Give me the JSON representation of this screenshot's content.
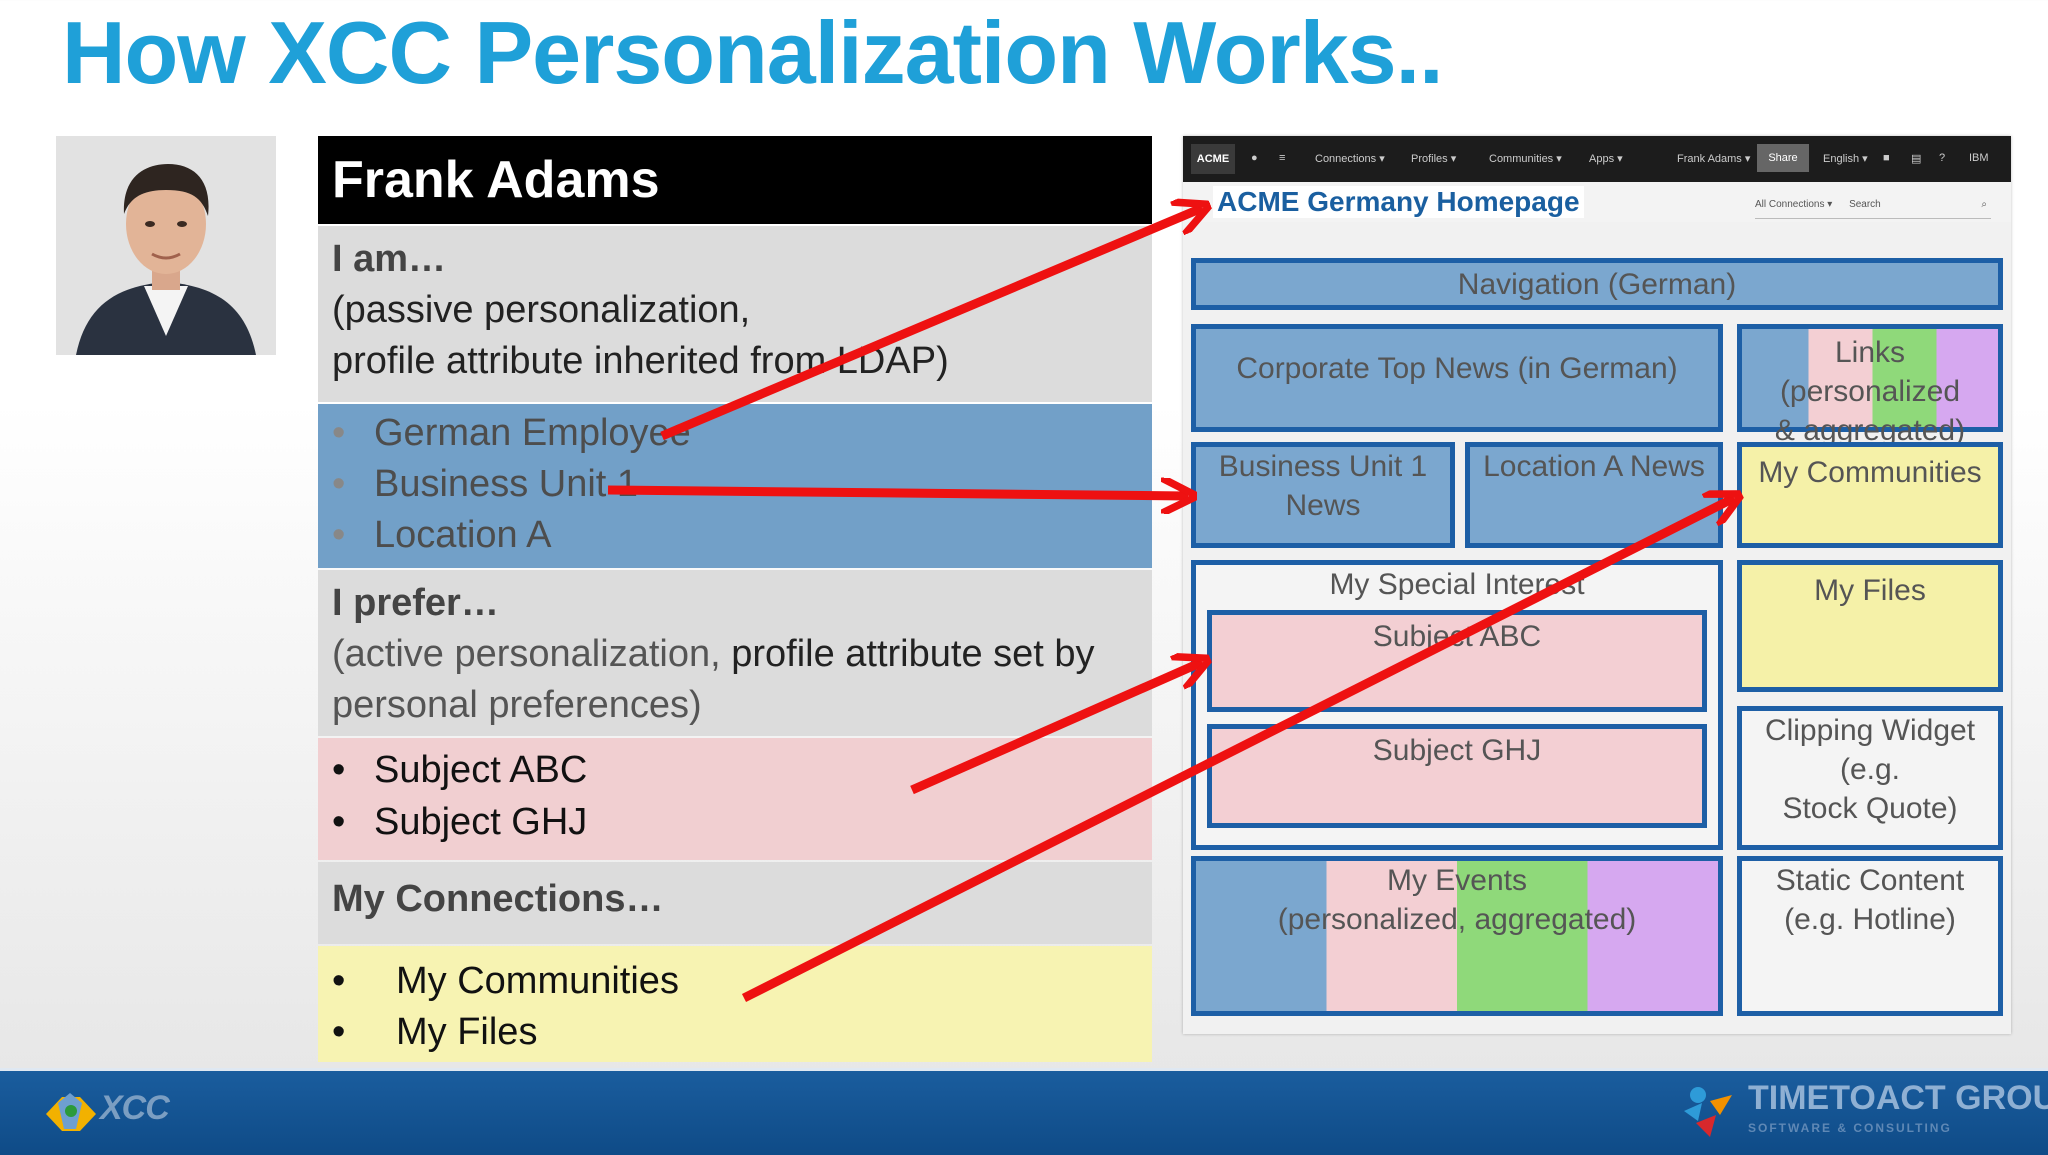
{
  "slide": {
    "title": "How XCC Personalization Works.."
  },
  "profile": {
    "name": "Frank Adams",
    "iam_heading": "I am…",
    "iam_desc_1": "(passive personalization,",
    "iam_desc_2": "profile attribute inherited from LDAP)",
    "passive_items": [
      "German Employee",
      "Business Unit 1",
      "Location A"
    ],
    "prefer_heading": "I prefer…",
    "prefer_desc_1": "(active personalization, ",
    "prefer_desc_1b": "profile attribute set by",
    "prefer_desc_2": "personal preferences)",
    "preference_items": [
      "Subject ABC",
      "Subject GHJ"
    ],
    "connections_heading": "My Connections…",
    "connection_items": [
      "My Communities",
      "My Files"
    ]
  },
  "homepage": {
    "topbar": {
      "brand": "ACME",
      "items": [
        "Connections ▾",
        "Profiles ▾",
        "Communities ▾",
        "Apps ▾",
        "Frank Adams ▾",
        "English ▾",
        "IBM"
      ],
      "share": "Share"
    },
    "title": "ACME Germany Homepage",
    "search_scope": "All Connections ▾",
    "search_placeholder": "Search",
    "widgets": {
      "navigation": "Navigation (German)",
      "corporate_news": "Corporate Top  News (in German)",
      "links_1": "Links (personalized",
      "links_2": "& aggregated)",
      "bu_news_1": "Business Unit 1",
      "bu_news_2": "News",
      "location_news": "Location A News",
      "communities": "My Communities",
      "special_interest": "My Special Interest",
      "subject_abc": "Subject ABC",
      "subject_ghj": "Subject GHJ",
      "files": "My Files",
      "clipping_1": "Clipping Widget (e.g.",
      "clipping_2": "Stock Quote)",
      "events_1": "My Events",
      "events_2": "(personalized, aggregated)",
      "static_1": "Static Content",
      "static_2": "(e.g. Hotline)"
    }
  },
  "footer": {
    "left_logo": "XCC",
    "right_logo": "TIMETOACT GROUP",
    "right_tagline": "SOFTWARE & CONSULTING"
  },
  "colors": {
    "title": "#1fa0d8",
    "arrow": "#ee1111",
    "widget_border": "#1d5fa6",
    "footer": "#134f8c"
  }
}
